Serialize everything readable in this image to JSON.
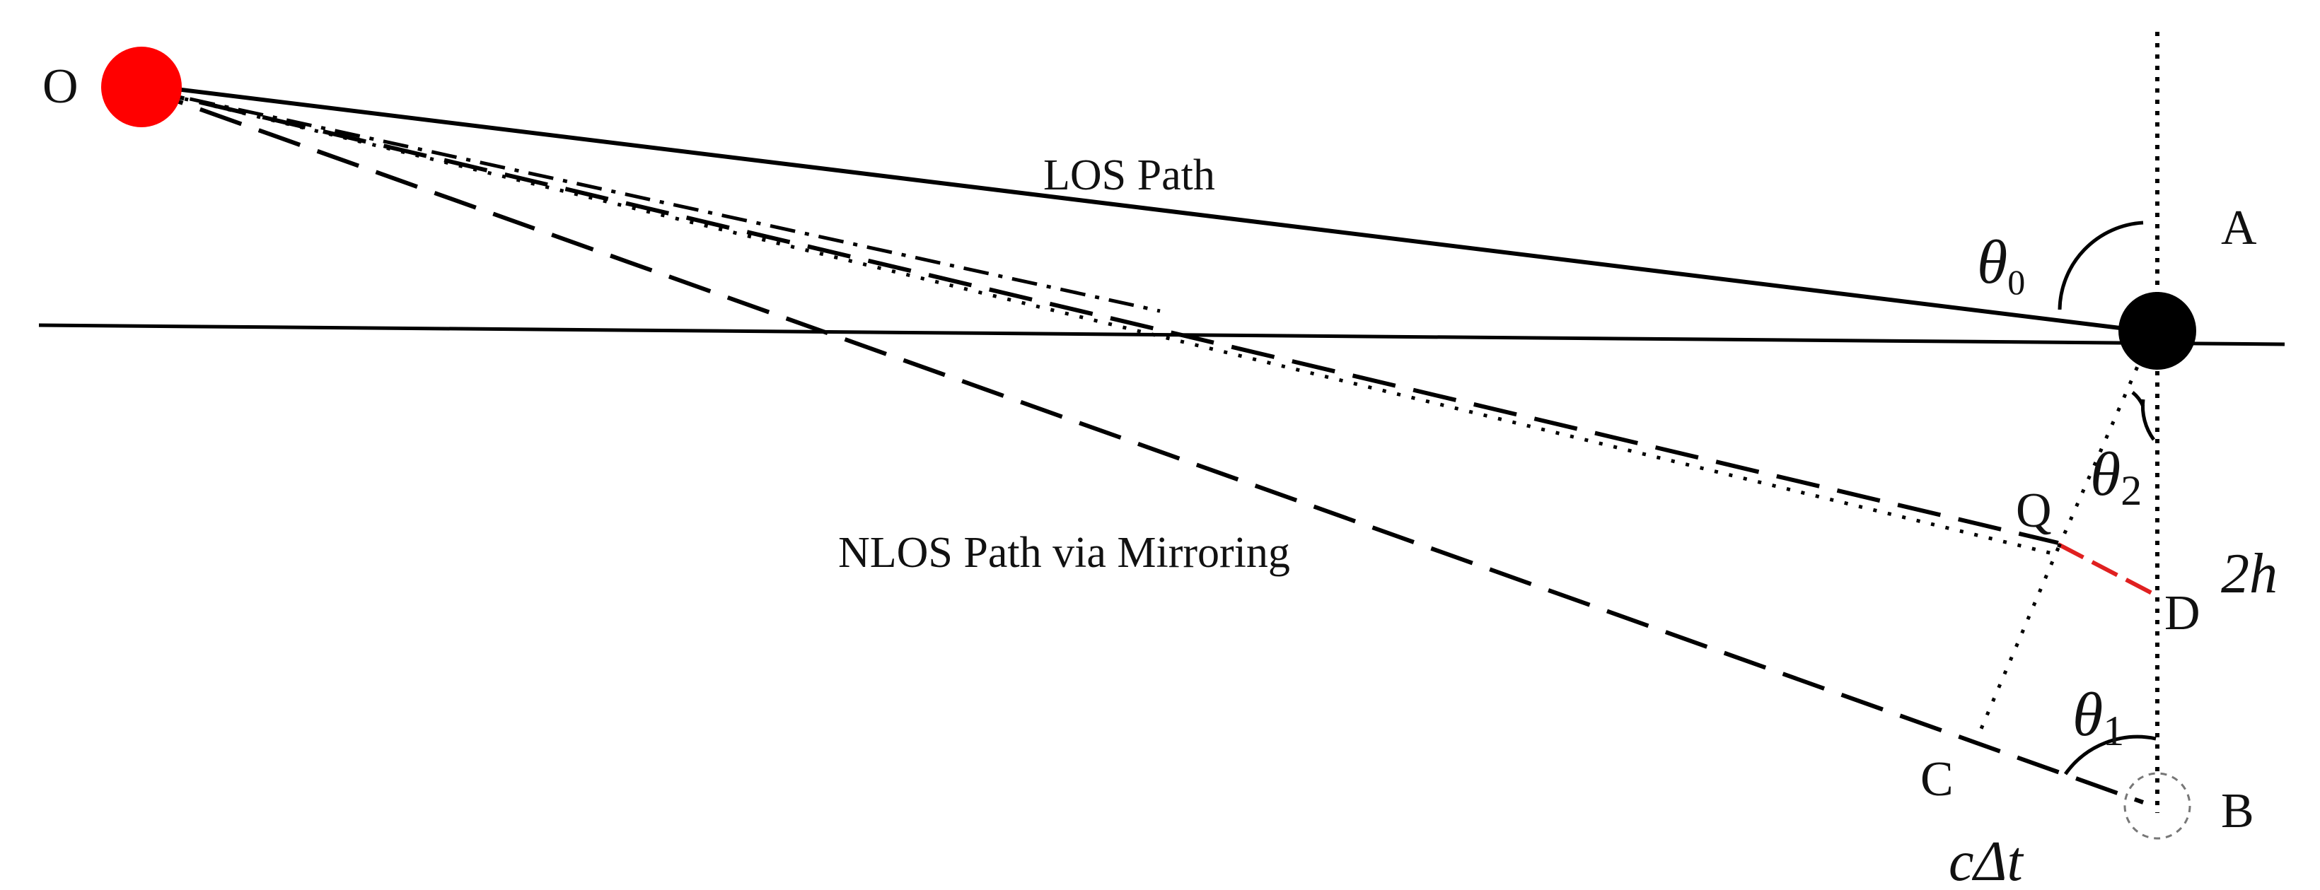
{
  "points": {
    "o": "O",
    "a": "A",
    "b": "B",
    "c": "C",
    "d": "D",
    "q": "Q"
  },
  "paths": {
    "los": "LOS Path",
    "nlos": "NLOS Path via Mirroring"
  },
  "angles": {
    "theta": "θ",
    "theta0_sub": "0",
    "theta1_sub": "1",
    "theta2_sub": "2"
  },
  "measures": {
    "two_h": "2h",
    "c_delta": "cΔ",
    "t": "t"
  },
  "colors": {
    "source_point": "#ff0000",
    "receiver_point": "#000000",
    "segment_qd": "#e02020",
    "lines": "#000000"
  }
}
